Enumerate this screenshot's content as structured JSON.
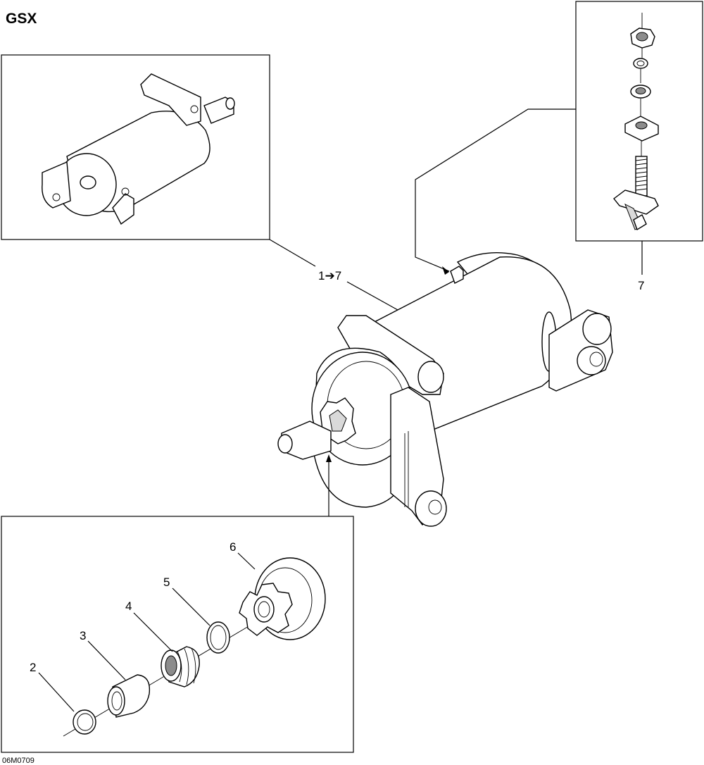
{
  "diagram": {
    "title": "GSX",
    "drawing_code": "06M0709",
    "callouts": {
      "range_1_7": "1➔7",
      "p2": "2",
      "p3": "3",
      "p4": "4",
      "p5": "5",
      "p6": "6",
      "p7": "7"
    }
  }
}
